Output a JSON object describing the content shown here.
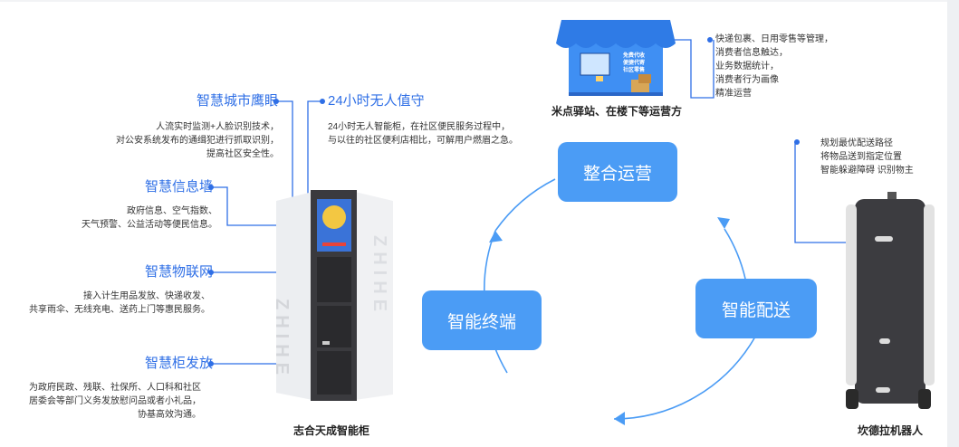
{
  "left_features": [
    {
      "title": "智慧城市鹰眼",
      "lines": [
        "人流实时监测+人脸识别技术，",
        "对公安系统发布的通缉犯进行抓取识别，",
        "提高社区安全性。"
      ]
    },
    {
      "title": "智慧信息墙",
      "lines": [
        "政府信息、空气指数、",
        "天气预警、公益活动等便民信息。"
      ]
    },
    {
      "title": "智慧物联网",
      "lines": [
        "接入计生用品发放、快递收发、",
        "共享雨伞、无线充电、送药上门等惠民服务。"
      ]
    },
    {
      "title": "智慧柜发放",
      "lines": [
        "为政府民政、残联、社保所、人口科和社区",
        "居委会等部门义务发放慰问品或者小礼品，",
        "协基高效沟通。"
      ]
    }
  ],
  "top_feature": {
    "title": "24小时无人值守",
    "lines": [
      "24小时无人智能柜，在社区便民服务过程中，",
      "与以往的社区便利店相比，可解用户燃眉之急。"
    ]
  },
  "cabinet_caption": "志合天成智能柜",
  "cabinet_brand": "ZHIHE",
  "store": {
    "caption": "米点驿站、在楼下等运营方",
    "sign_lines": [
      "免费代收",
      "便捷代寄",
      "社区零售"
    ],
    "bullets": [
      "快递包裹、日用零售等管理，",
      "消费者信息触达，",
      "业务数据统计，",
      "消费者行为画像",
      "精准运营"
    ]
  },
  "robot": {
    "caption": "坎德拉机器人",
    "bullets": [
      "规划最优配送路径",
      "将物品送到指定位置",
      "智能躲避障碍 识别物主"
    ]
  },
  "cycle": {
    "top": "整合运营",
    "right": "智能配送",
    "left": "智能终端"
  },
  "colors": {
    "accent": "#2f6fe6",
    "box": "#4b9cf5",
    "text": "#333333"
  }
}
